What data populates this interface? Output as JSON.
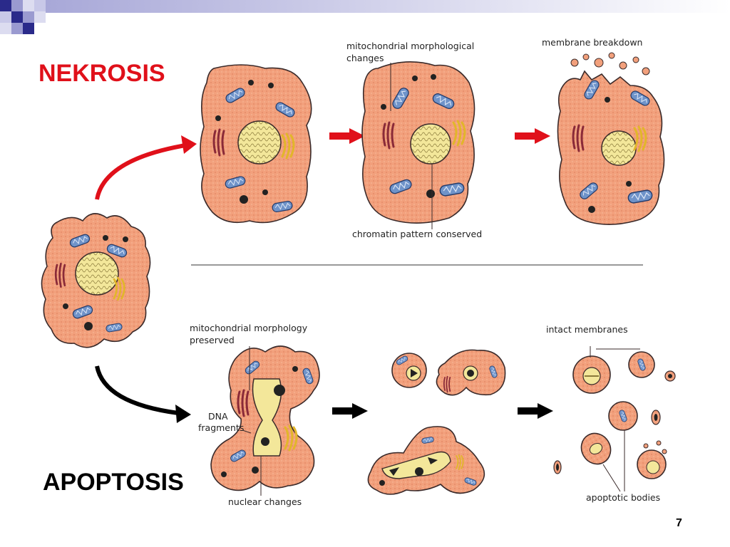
{
  "slide": {
    "title_necrosis": "NEKROSIS",
    "title_apoptosis": "APOPTOSIS",
    "page_number": "7"
  },
  "labels": {
    "mito_changes_1": "mitochondrial morphological",
    "mito_changes_2": "changes",
    "membrane_breakdown": "membrane breakdown",
    "chromatin_conserved": "chromatin pattern conserved",
    "mito_preserved_1": "mitochondrial morphology",
    "mito_preserved_2": "preserved",
    "dna_fragments_1": "DNA",
    "dna_fragments_2": "fragments",
    "nuclear_changes": "nuclear changes",
    "intact_membranes": "intact membranes",
    "apoptotic_bodies": "apoptotic bodies"
  },
  "colors": {
    "cell_fill": "#f2a07c",
    "cell_outline": "#3a2a2a",
    "nucleus_fill": "#f3e79a",
    "mitochondria": "#6f93c9",
    "er": "#8a2a38",
    "golgi": "#e2b62a",
    "necrosis_arrow": "#e0101a",
    "apoptosis_arrow": "#000000",
    "corner_blue": "#2a2a8a"
  }
}
